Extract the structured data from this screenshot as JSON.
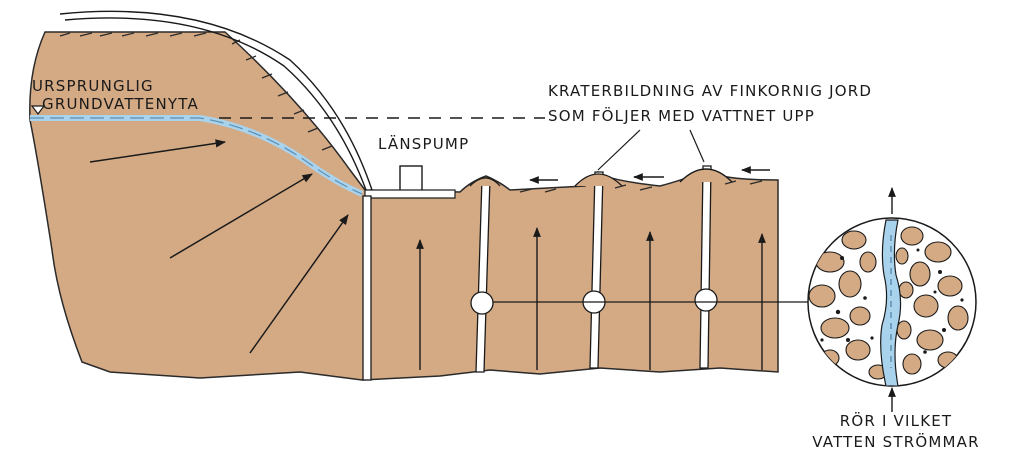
{
  "labels": {
    "original_groundwater_line1": "URSPRUNGLIG",
    "original_groundwater_line2": "GRUNDVATTENYTA",
    "pump": "LÄNSPUMP",
    "crater_line1": "KRATERBILDNING AV FINKORNIG JORD",
    "crater_line2": "SOM FÖLJER MED VATTNET UPP",
    "pipe_line1": "RÖR I VILKET",
    "pipe_line2": "VATTEN STRÖMMAR"
  },
  "colors": {
    "soil": "#d4aa85",
    "water": "#a9d2ec",
    "ink": "#1a1a1a",
    "background": "#ffffff"
  },
  "icons": {
    "water_level_marker": "triangle-down-icon",
    "flow_arrows": "arrow-icon"
  }
}
